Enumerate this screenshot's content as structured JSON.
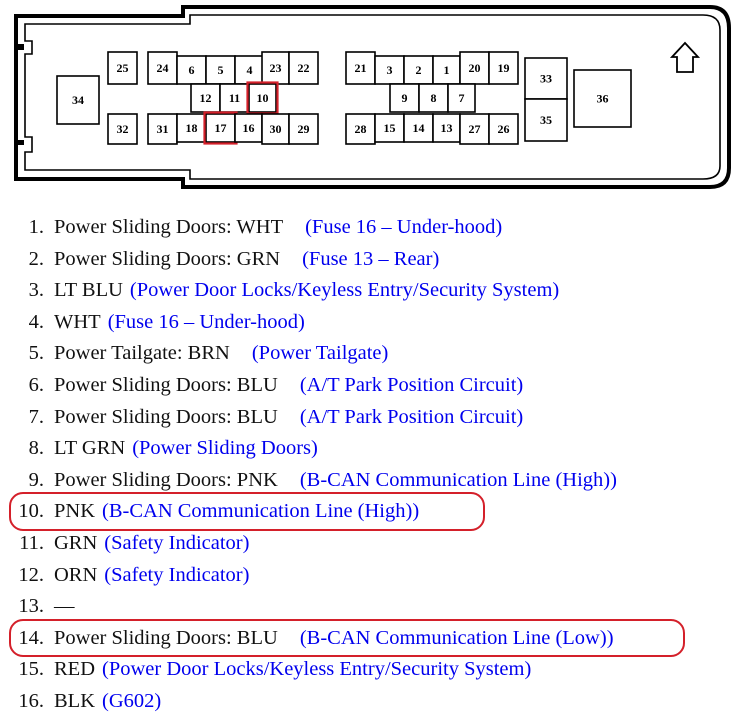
{
  "connector": {
    "pins": [
      {
        "label": "34"
      },
      {
        "label": "25"
      },
      {
        "label": "32"
      },
      {
        "label": "24"
      },
      {
        "label": "6"
      },
      {
        "label": "5"
      },
      {
        "label": "4"
      },
      {
        "label": "23"
      },
      {
        "label": "22"
      },
      {
        "label": "12"
      },
      {
        "label": "11"
      },
      {
        "label": "10",
        "highlight": true
      },
      {
        "label": "31"
      },
      {
        "label": "18"
      },
      {
        "label": "17",
        "highlight": true
      },
      {
        "label": "16"
      },
      {
        "label": "30"
      },
      {
        "label": "29"
      },
      {
        "label": "21"
      },
      {
        "label": "3"
      },
      {
        "label": "2"
      },
      {
        "label": "1"
      },
      {
        "label": "20"
      },
      {
        "label": "19"
      },
      {
        "label": "9"
      },
      {
        "label": "8"
      },
      {
        "label": "7"
      },
      {
        "label": "28"
      },
      {
        "label": "15"
      },
      {
        "label": "14"
      },
      {
        "label": "13"
      },
      {
        "label": "27"
      },
      {
        "label": "26"
      },
      {
        "label": "33"
      },
      {
        "label": "35"
      },
      {
        "label": "36"
      }
    ],
    "latch_icon": "up-arrow-icon",
    "highlight_color": "#d4202a"
  },
  "pin_list": [
    {
      "num": "1.",
      "wire": "Power Sliding Doors: WHT",
      "gap": "wide",
      "desc": "(Fuse 16 – Under-hood)"
    },
    {
      "num": "2.",
      "wire": "Power Sliding Doors: GRN",
      "gap": "wide",
      "desc": "(Fuse 13 – Rear)"
    },
    {
      "num": "3.",
      "wire": "LT BLU",
      "gap": "small",
      "desc": "(Power Door Locks/Keyless Entry/Security System)"
    },
    {
      "num": "4.",
      "wire": "WHT",
      "gap": "small",
      "desc": "(Fuse 16 – Under-hood)"
    },
    {
      "num": "5.",
      "wire": "Power Tailgate: BRN",
      "gap": "wide",
      "desc": "(Power Tailgate)"
    },
    {
      "num": "6.",
      "wire": "Power Sliding Doors: BLU",
      "gap": "wide",
      "desc": "(A/T Park Position Circuit)"
    },
    {
      "num": "7.",
      "wire": "Power Sliding Doors: BLU",
      "gap": "wide",
      "desc": "(A/T Park Position Circuit)"
    },
    {
      "num": "8.",
      "wire": "LT GRN",
      "gap": "small",
      "desc": "(Power Sliding Doors)"
    },
    {
      "num": "9.",
      "wire": "Power Sliding Doors: PNK",
      "gap": "wide",
      "desc": "(B-CAN Communication Line (High))"
    },
    {
      "num": "10.",
      "wire": "PNK",
      "gap": "small",
      "desc": "(B-CAN Communication Line (High))",
      "highlight": true
    },
    {
      "num": "11.",
      "wire": "GRN",
      "gap": "small",
      "desc": "(Safety Indicator)"
    },
    {
      "num": "12.",
      "wire": "ORN",
      "gap": "small",
      "desc": "(Safety Indicator)"
    },
    {
      "num": "13.",
      "wire": "—",
      "gap": "small",
      "desc": ""
    },
    {
      "num": "14.",
      "wire": "Power Sliding Doors: BLU",
      "gap": "wide",
      "desc": "(B-CAN Communication Line (Low))",
      "highlight": true
    },
    {
      "num": "15.",
      "wire": "RED",
      "gap": "small",
      "desc": "(Power Door Locks/Keyless Entry/Security System)"
    },
    {
      "num": "16.",
      "wire": "BLK",
      "gap": "small",
      "desc": "(G602)"
    }
  ],
  "colors": {
    "text": "#111111",
    "description": "#0000ee",
    "highlight": "#d4202a"
  }
}
